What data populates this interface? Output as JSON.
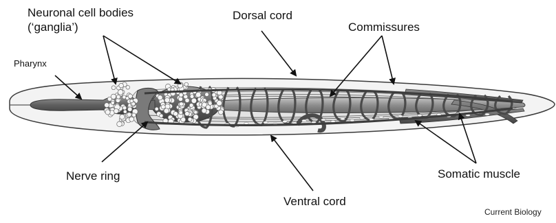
{
  "labels": {
    "ganglia_line1": "Neuronal cell bodies",
    "ganglia_line2": "(‘ganglia’)",
    "pharynx": "Pharynx",
    "dorsal_cord": "Dorsal cord",
    "commissures": "Commissures",
    "nerve_ring": "Nerve ring",
    "ventral_cord": "Ventral cord",
    "somatic_muscle": "Somatic muscle"
  },
  "credit": "Current Biology",
  "colors": {
    "body_fill": "#f2f2f2",
    "outline": "#3a3a3a",
    "pharynx": "#6e6e6e",
    "intestine": "#9a9a9a",
    "muscle": "#5e5e5e",
    "commissure": "#4a4a4a",
    "cell_body": "#f4f4f4",
    "arrow": "#111111"
  }
}
